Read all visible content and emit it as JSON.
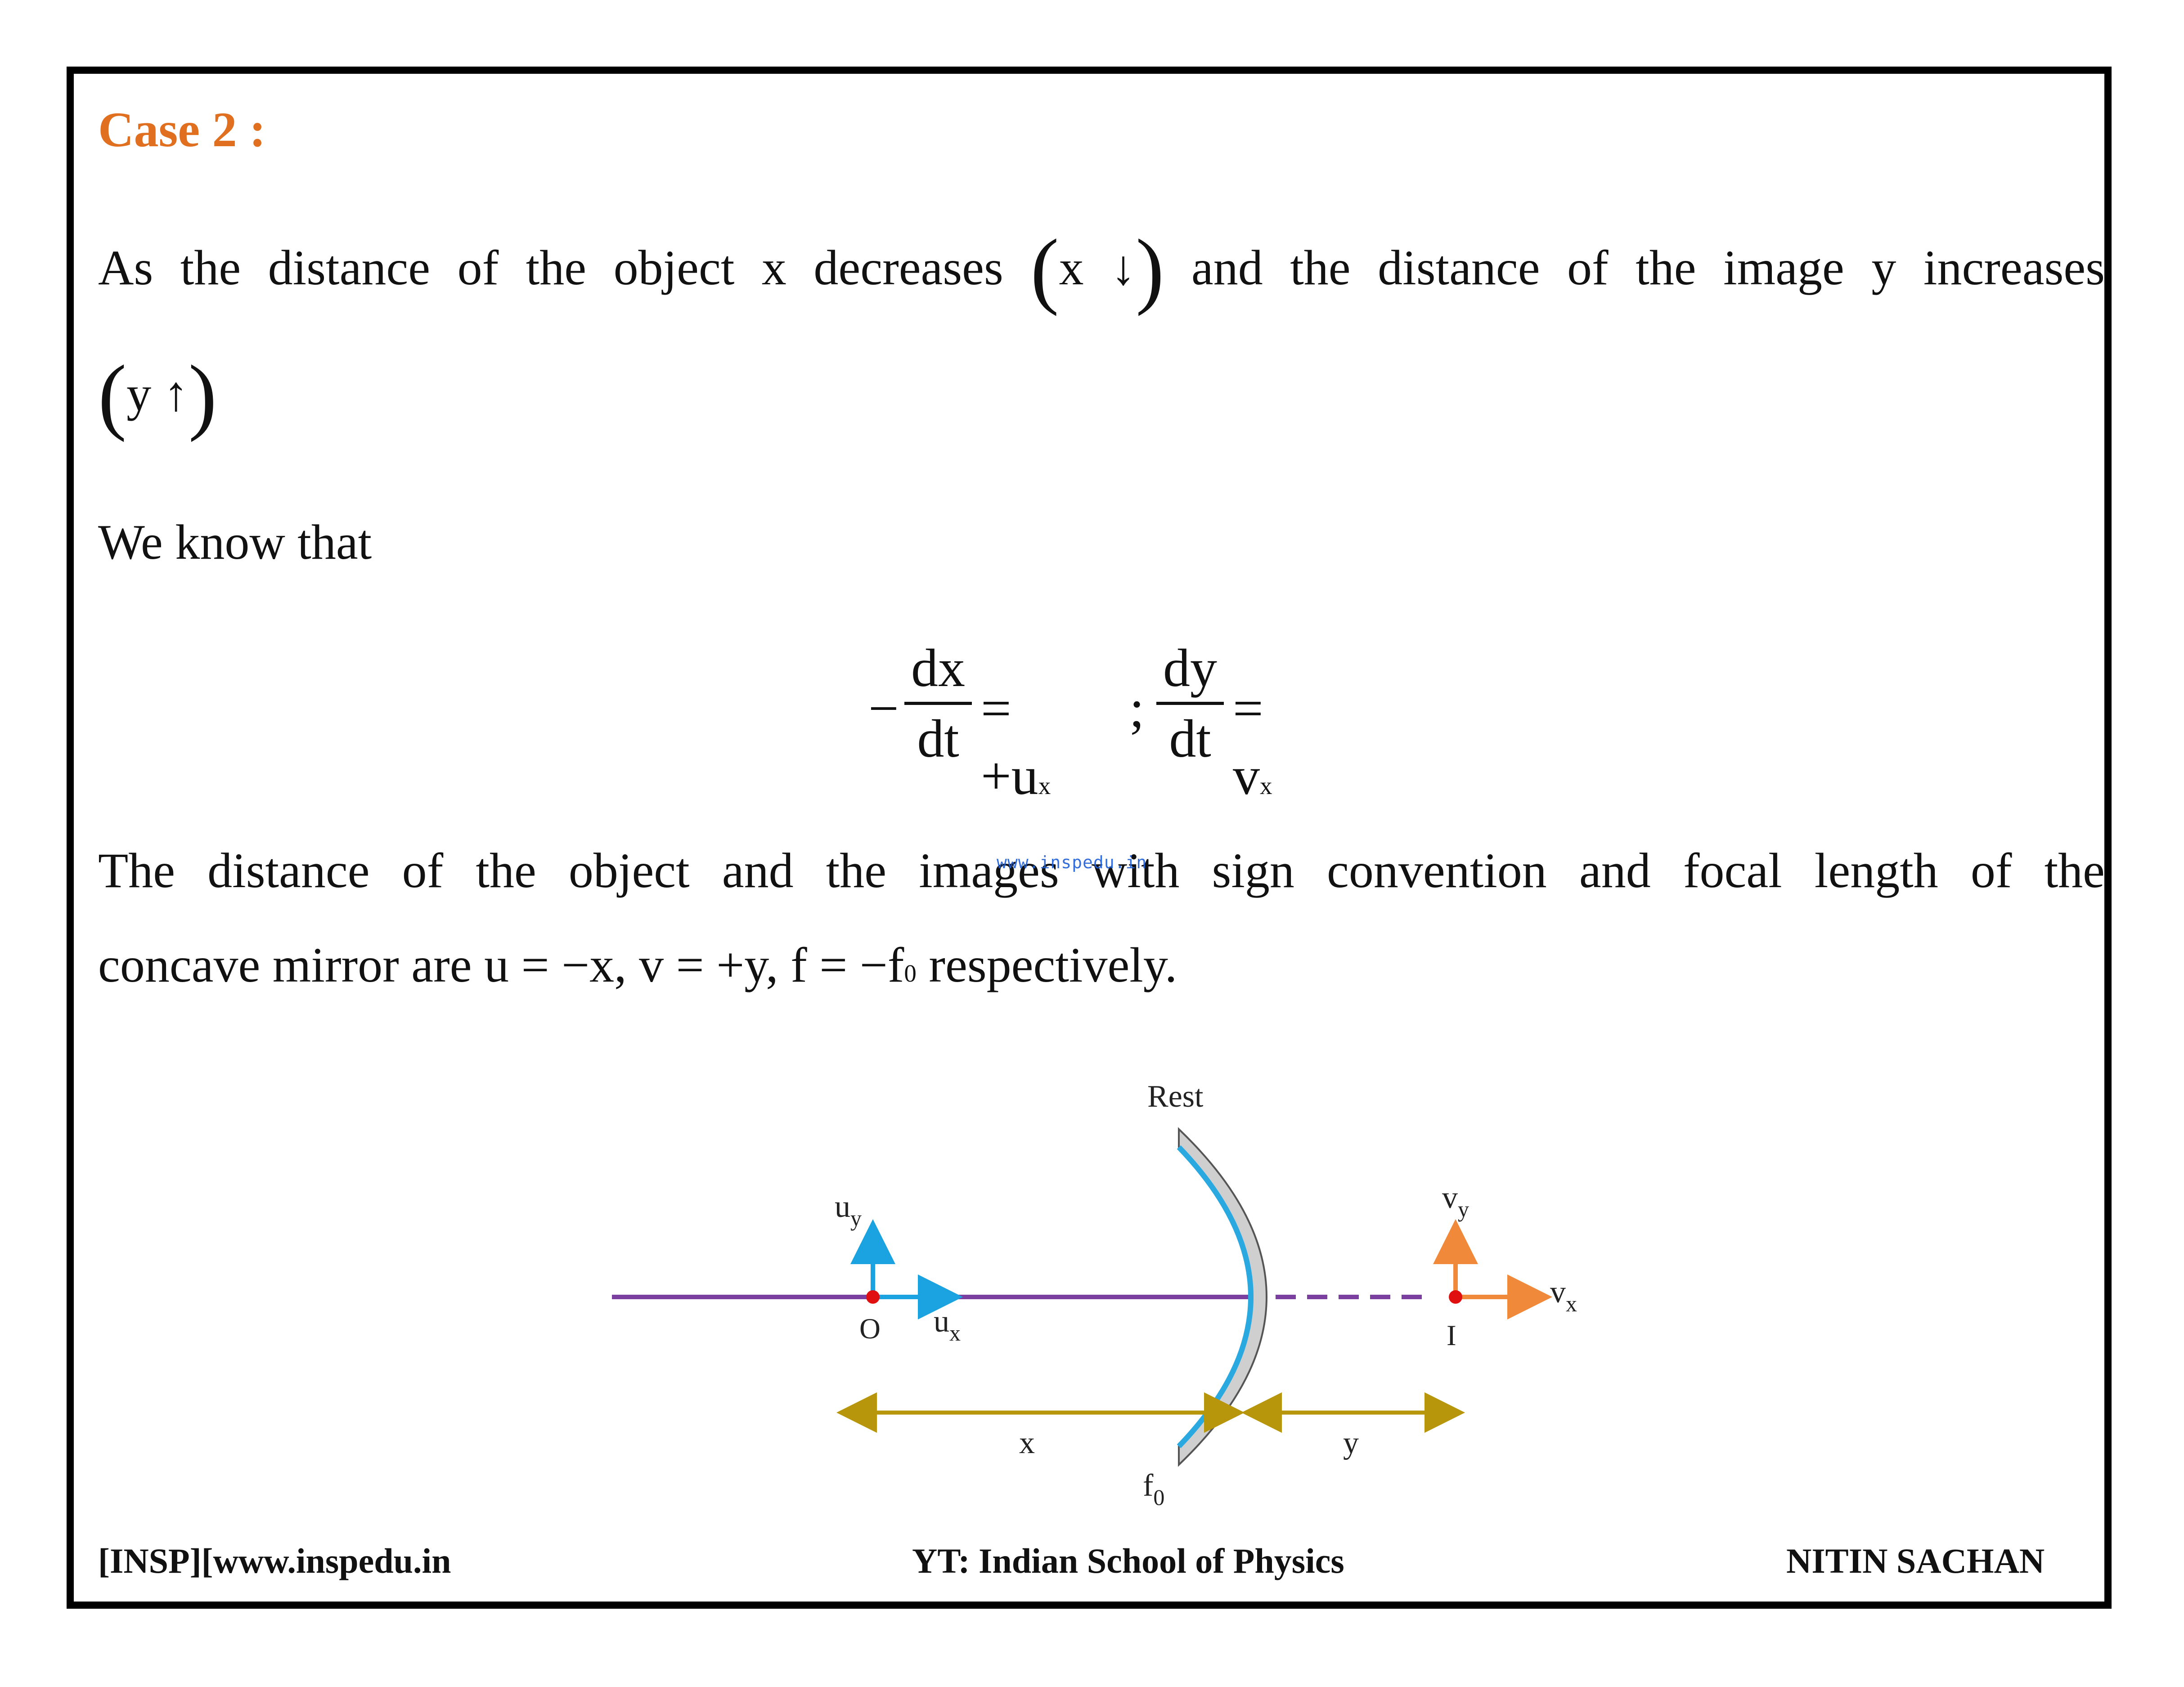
{
  "heading": "Case 2 :",
  "para1": {
    "line1_part1": "As the distance of the object x decreases",
    "paren1_inner": "x ↓",
    "line1_part2": "and the distance of the image y increases",
    "paren2_inner": "y ↑"
  },
  "para2": "We know that",
  "equation": {
    "minus": "−",
    "frac1_num": "dx",
    "frac1_den": "dt",
    "eq1": "= +u",
    "eq1_sub": "x",
    "sep": ";",
    "frac2_num": "dy",
    "frac2_den": "dt",
    "eq2": "= v",
    "eq2_sub": "x"
  },
  "para3": {
    "line1": "The distance of the object and the images with sign convention and focal length of the",
    "line2_part1": "concave mirror are u = −x,   v = +y,  f = −f",
    "line2_sub": "0",
    "line2_part2": " respectively."
  },
  "watermark": "www.inspedu.in",
  "figure": {
    "label_rest": "Rest",
    "label_uy": "u",
    "label_uy_sub": "y",
    "label_ux": "u",
    "label_ux_sub": "x",
    "label_O": "O",
    "label_vy": "v",
    "label_vy_sub": "y",
    "label_vx": "v",
    "label_vx_sub": "x",
    "label_I": "I",
    "label_x": "x",
    "label_y": "y",
    "label_f0": "f",
    "label_f0_sub": "0",
    "colors": {
      "axis": "#7b3fa0",
      "velocity_object": "#1aa3e0",
      "velocity_image": "#f08a3a",
      "distance": "#b8960c",
      "point": "#e01010",
      "mirror_fill": "#c8c8c8",
      "mirror_edge": "#2aa8e0"
    }
  },
  "footer": {
    "left": "[INSP][www.inspedu.in",
    "center": "YT: Indian School of Physics",
    "right": "NITIN SACHAN"
  }
}
